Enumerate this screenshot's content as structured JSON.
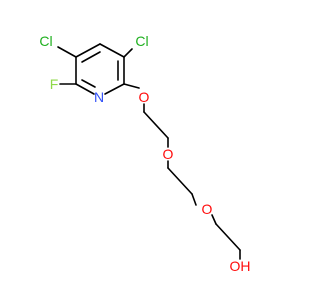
{
  "molecule": {
    "atoms": {
      "cl_left": "Cl",
      "cl_right": "Cl",
      "fluorine": "F",
      "nitrogen": "N",
      "oxygen_aryl_ether": "O",
      "oxygen_ether_1": "O",
      "oxygen_ether_2": "O",
      "hydroxyl": "OH"
    }
  },
  "colors": {
    "bond": "#000000",
    "carbon": "#000000",
    "chlorine": "#1fb01f",
    "fluorine": "#8fd94a",
    "nitrogen": "#3050f8",
    "oxygen": "#ff0d0d"
  }
}
